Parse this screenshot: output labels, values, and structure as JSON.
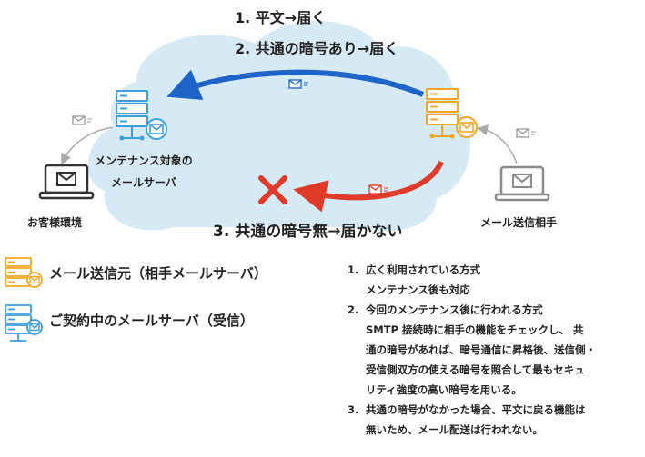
{
  "diagram": {
    "flow_labels": {
      "plain": "1. 平文→届く",
      "common_cipher": "2. 共通の暗号あり→届く",
      "no_common_cipher": "3. 共通の暗号無→届かない"
    },
    "nodes": {
      "maintenance_server": [
        "メンテナンス対象の",
        "メールサーバ"
      ],
      "customer_env": "お客様環境",
      "sender": "メール送信相手"
    },
    "colors": {
      "cloud": "#d6eaf5",
      "sender_server": "#f5a623",
      "receiver_server": "#3a9fdc",
      "blue_arrow": "#1e64c8",
      "red_arrow": "#e03a2a",
      "fail_mark": "#e03a2a"
    }
  },
  "legend": [
    {
      "label": "メール送信元（相手メールサーバ）",
      "icon": "server-orange-icon"
    },
    {
      "label": "ご契約中のメールサーバ（受信）",
      "icon": "server-blue-icon"
    }
  ],
  "notes": [
    {
      "num": "1.",
      "text": "広く利用されている方式\nメンテナンス後も対応"
    },
    {
      "num": "2.",
      "text": "今回のメンテナンス後に行われる方式\nSMTP 接続時に相手の機能をチェックし、 共\n通の暗号があれば、暗号通信に昇格後、送信側・\n受信側双方の使える暗号を照合して最もセキュ\nリティ強度の高い暗号を用いる。"
    },
    {
      "num": "3.",
      "text": "共通の暗号がなかった場合、平文に戻る機能は\n無いため、メール配送は行われない。"
    }
  ]
}
